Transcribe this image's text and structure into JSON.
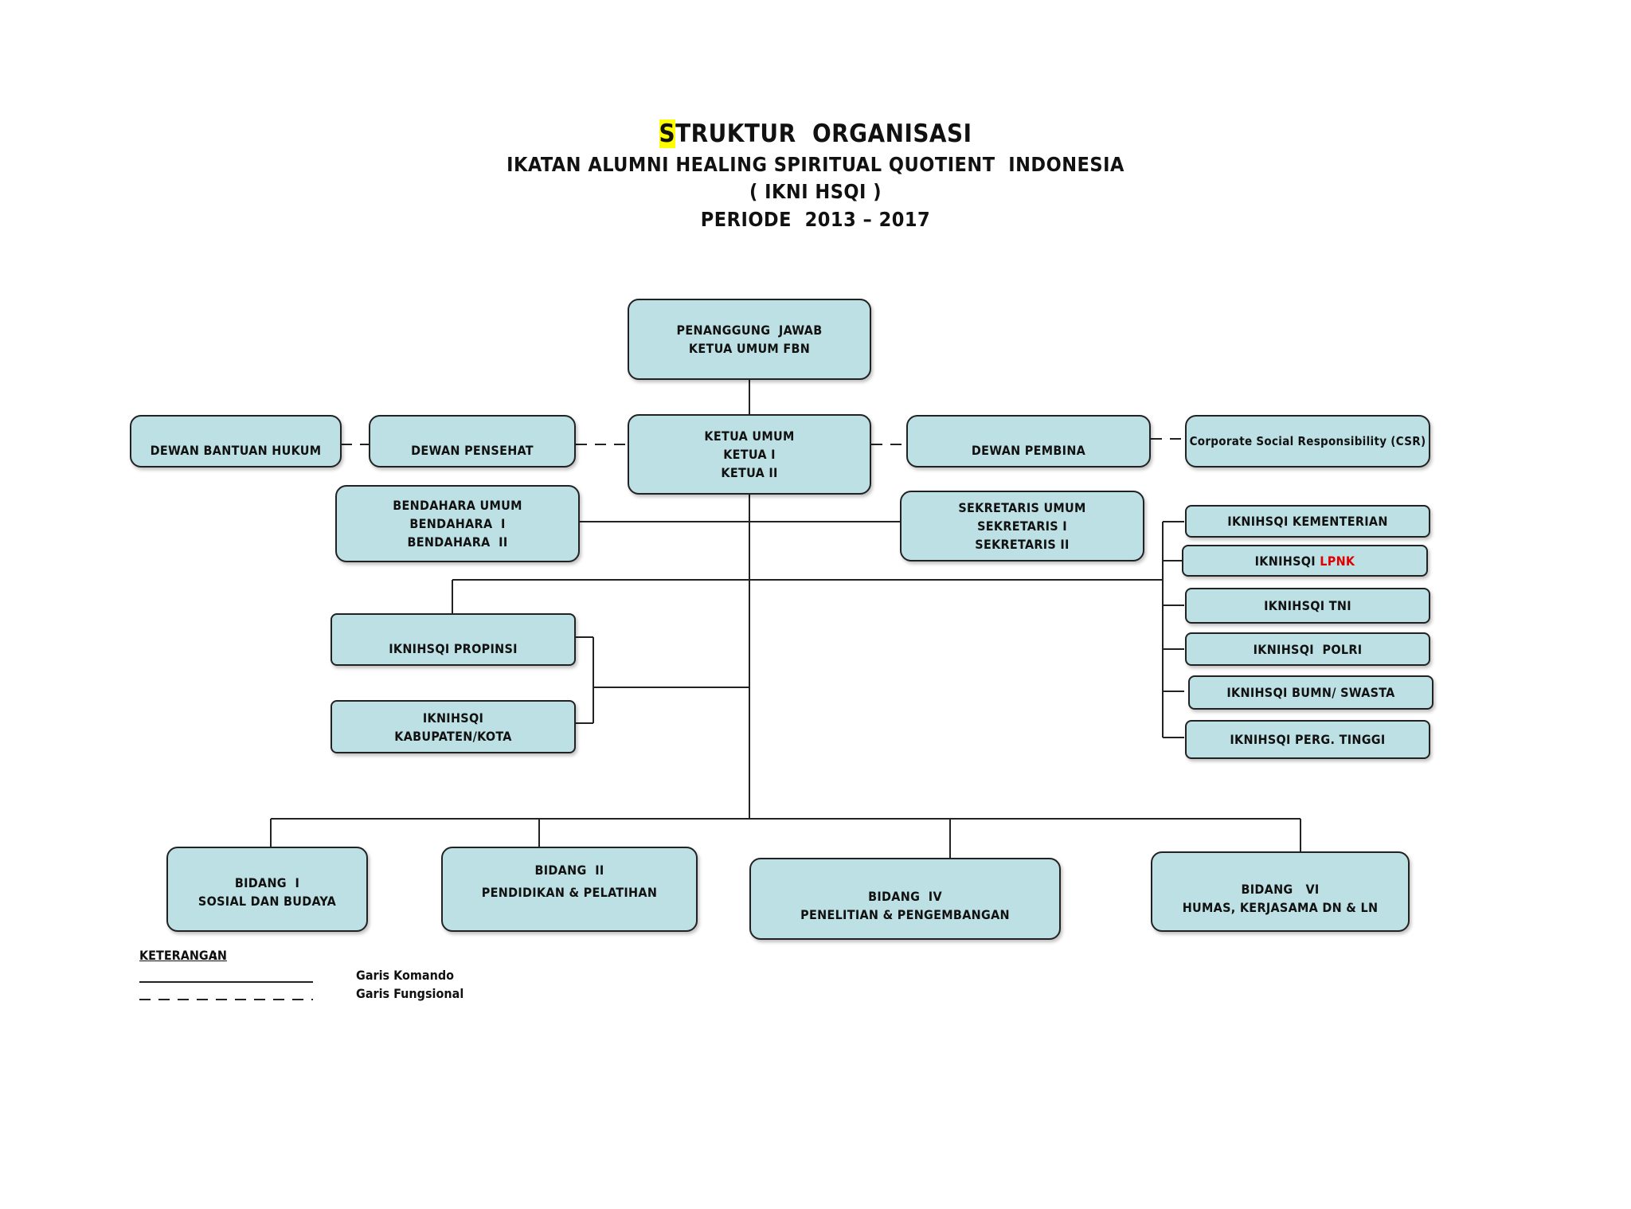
{
  "title": {
    "main_initial": "S",
    "main_rest": "TRUKTUR  ORGANISASI",
    "subtitle": "IKATAN ALUMNI HEALING SPIRITUAL QUOTIENT  INDONESIA",
    "abbreviation": "( IKNI HSQI )",
    "period": "PERIODE  2013 – 2017"
  },
  "colors": {
    "box_fill": "#bde0e4",
    "box_border": "#222222",
    "highlight": "#ffff00",
    "accent_red": "#e00000"
  },
  "nodes": {
    "penanggung_jawab": {
      "line1": "PENANGGUNG  JAWAB",
      "line2": "KETUA UMUM FBN"
    },
    "ketua_umum": {
      "line1": "KETUA UMUM",
      "line2": "KETUA I",
      "line3": "KETUA II"
    },
    "dewan_bantuan_hukum": "DEWAN BANTUAN HUKUM",
    "dewan_pensehat": "DEWAN PENSEHAT",
    "dewan_pembina": "DEWAN PEMBINA",
    "csr": "Corporate Social Responsibility (CSR)",
    "bendahara": {
      "line1": "BENDAHARA UMUM",
      "line2": "BENDAHARA  I",
      "line3": "BENDAHARA  II"
    },
    "sekretaris": {
      "line1": "SEKRETARIS UMUM",
      "line2": "SEKRETARIS I",
      "line3": "SEKRETARIS II"
    },
    "iknihsqi_kementerian": "IKNIHSQI KEMENTERIAN",
    "iknihsqi_lpnk_prefix": "IKNIHSQI ",
    "iknihsqi_lpnk_red": "LPNK",
    "iknihsqi_tni": "IKNIHSQI TNI",
    "iknihsqi_polri": "IKNIHSQI  POLRI",
    "iknihsqi_bumn": "IKNIHSQI BUMN/ SWASTA",
    "iknihsqi_perg_tinggi": "IKNIHSQI PERG. TINGGI",
    "iknihsqi_propinsi": "IKNIHSQI PROPINSI",
    "iknihsqi_kabupaten": {
      "line1": "IKNIHSQI",
      "line2": "KABUPATEN/KOTA"
    },
    "bidang_1": {
      "line1": "BIDANG  I",
      "line2": "SOSIAL DAN BUDAYA"
    },
    "bidang_2": {
      "line1": "BIDANG  II",
      "line2": "PENDIDIKAN & PELATIHAN"
    },
    "bidang_4": {
      "line1": "BIDANG  IV",
      "line2": "PENELITIAN & PENGEMBANGAN"
    },
    "bidang_6": {
      "line1": "BIDANG   VI",
      "line2": "HUMAS, KERJASAMA DN & LN"
    }
  },
  "legend": {
    "title": "KETERANGAN",
    "colon": ":",
    "solid_label": "Garis Komando",
    "dashed_label": "Garis Fungsional"
  }
}
